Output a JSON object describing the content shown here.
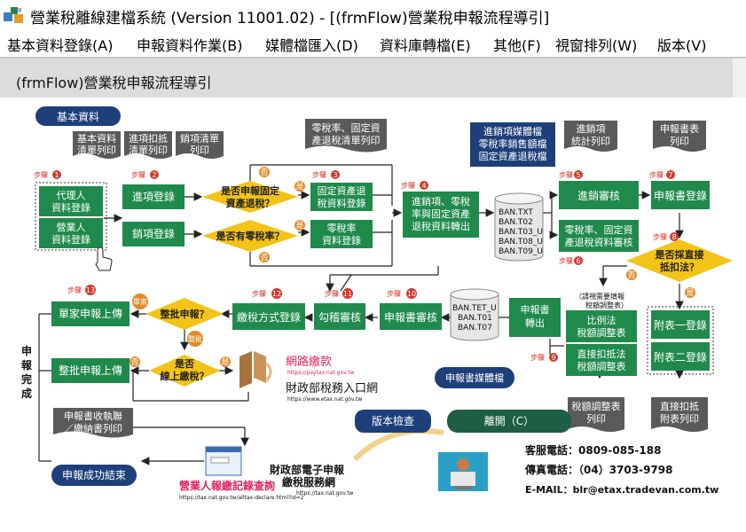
{
  "window": {
    "title": "營業稅離線建檔系統 (Version 11001.02) - [(frmFlow)營業稅申報流程導引]"
  },
  "menu": [
    "基本資料登錄(A)",
    "申報資料作業(B)",
    "媒體檔匯入(D)",
    "資料庫轉檔(E)",
    "其他(F)",
    "視窗排列(W)",
    "版本(V)"
  ],
  "child_title": "(frmFlow)營業稅申報流程導引",
  "flow": {
    "basic": "基本資料",
    "doc1a": "基本資料",
    "doc1b": "清單列印",
    "doc2a": "進項扣抵",
    "doc2b": "清單列印",
    "doc3a": "銷項清單",
    "doc3b": "列印",
    "doc4a": "零稅率、固定資",
    "doc4b": "產退稅清單列印",
    "media_top_a": "進銷項媒體檔",
    "media_top_b": "零稅率銷售額檔",
    "media_top_c": "固定資產退稅檔",
    "doc5a": "進銷項",
    "doc5b": "統計列印",
    "doc6a": "申報書表",
    "doc6b": "列印",
    "step1": "步驟",
    "n1": "1",
    "step2": "步驟",
    "n2": "2",
    "step3": "步驟",
    "n3": "3",
    "step4": "步驟",
    "n4": "4",
    "step5": "步驟",
    "n5": "5",
    "step6": "步驟",
    "n6": "6",
    "step7": "步驟",
    "n7": "7",
    "step8": "步驟",
    "n8": "8",
    "step9": "步驟",
    "n9": "9",
    "step10": "步驟",
    "n10": "10",
    "step11": "步驟",
    "n11": "11",
    "step12": "步驟",
    "n12": "12",
    "step13": "步驟",
    "n13": "13",
    "agent_a": "代理人",
    "agent_b": "資料登錄",
    "biz_a": "營業人",
    "biz_b": "資料登錄",
    "in_reg": "進項登錄",
    "out_reg": "銷項登錄",
    "q_fixed_a": "是否申報固定",
    "q_fixed_b": "資產退稅？",
    "q_zero": "是否有零稅率？",
    "yes": "是",
    "no": "否",
    "fixed_reg_a": "固定資產退",
    "fixed_reg_b": "稅資料登錄",
    "zero_reg_a": "零稅率",
    "zero_reg_b": "資料登錄",
    "transfer_a": "進銷項、零稅",
    "transfer_b": "率與固定資產",
    "transfer_c": "退稅資料轉出",
    "files": [
      "BAN.TXT",
      "BAN.T02",
      "BAN.T03_U",
      "BAN.T08_U",
      "BAN.T09_U"
    ],
    "io_check": "進銷審核",
    "zero_check_a": "零稅率、固定資",
    "zero_check_b": "產退稅資料審核",
    "report_reg": "申報書登錄",
    "q_direct_a": "是否採直接",
    "q_direct_b": "抵扣法？",
    "note_a": "（請視需要填報",
    "note_b": "稅額調整表）",
    "ratio_a": "比例法",
    "ratio_b": "稅額調整表",
    "direct_a": "直接扣抵法",
    "direct_b": "稅額調整表",
    "att1": "附表一登錄",
    "att2": "附表二登錄",
    "export_a": "申報書",
    "export_b": "轉出",
    "tax_adj_a": "稅額調整表",
    "tax_adj_b": "列印",
    "direct_print_a": "直接扣抵",
    "direct_print_b": "附表列印",
    "files2": [
      "BAN.TET_U",
      "BAN.T01",
      "BAN.T07"
    ],
    "report_check": "申報書審核",
    "report_media": "申報書媒體檔",
    "seal_check": "勾稽審核",
    "pay_method": "繳稅方式登錄",
    "q_batch": "整批申報？",
    "single": "單家",
    "batch": "整批",
    "single_upload": "單家申報上傳",
    "batch_upload": "整批申報上傳",
    "q_online_a": "是否",
    "q_online_b": "線上繳稅？",
    "pay_title": "網路繳款",
    "pay_url": "https://paytax.nat.gov.tw",
    "portal": "財政部稅務入口網",
    "portal_url": "https://www.etax.nat.gov.tw",
    "done_a": "申",
    "done_b": "報",
    "done_c": "完",
    "done_d": "成",
    "receipt_a": "申報書收執聯",
    "receipt_b": "／繳納書列印",
    "finish": "申報成功結束",
    "query": "營業人報繳記錄查詢",
    "query_url": "https://tax.nat.gov.tw/alltax-declare.html?id=2",
    "efile_a": "財政部電子申報",
    "efile_b": "繳稅服務網",
    "efile_url": "https://tax.nat.gov.tw",
    "version_btn": "版本檢查",
    "exit_btn": "離開（C）",
    "contact_phone": "客服電話：0809-085-188",
    "contact_fax": "傳真電話：（04）3703-9798",
    "contact_mail": "E-MAIL：blr@etax.tradevan.com.tw"
  },
  "colors": {
    "navy": "#1d3f7a",
    "green": "#1f8a4c",
    "yellow": "#f3c317",
    "orange": "#e08c2a",
    "red": "#d23a2e",
    "dark": "#5a5a5a",
    "pink": "#e0245e",
    "darkgreen": "#1e5e44"
  }
}
